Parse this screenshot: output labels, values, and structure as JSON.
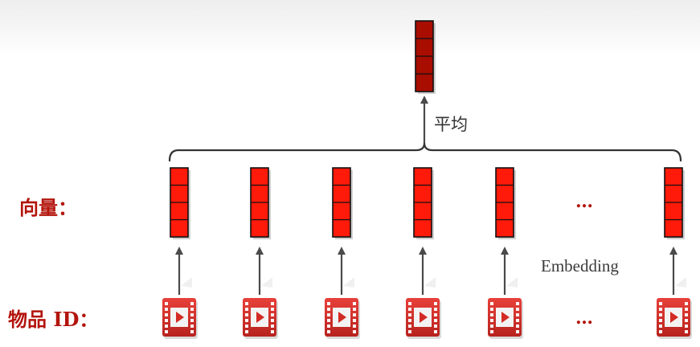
{
  "labels": {
    "vectors": "向量：",
    "item_ids": "物品 ID："
  },
  "average_label": "平均",
  "embedding_label": "Embedding",
  "ellipsis": "…",
  "colors": {
    "vector_fill": "#ff1a0a",
    "avg_vector_fill": "#a80d00",
    "label_red": "#b3140c",
    "arrow": "#4a4a4a",
    "video_icon": "#d32a24"
  },
  "diagram": {
    "item_count_shown": 6,
    "vector_cells": 4,
    "has_ellipsis_column": true
  }
}
